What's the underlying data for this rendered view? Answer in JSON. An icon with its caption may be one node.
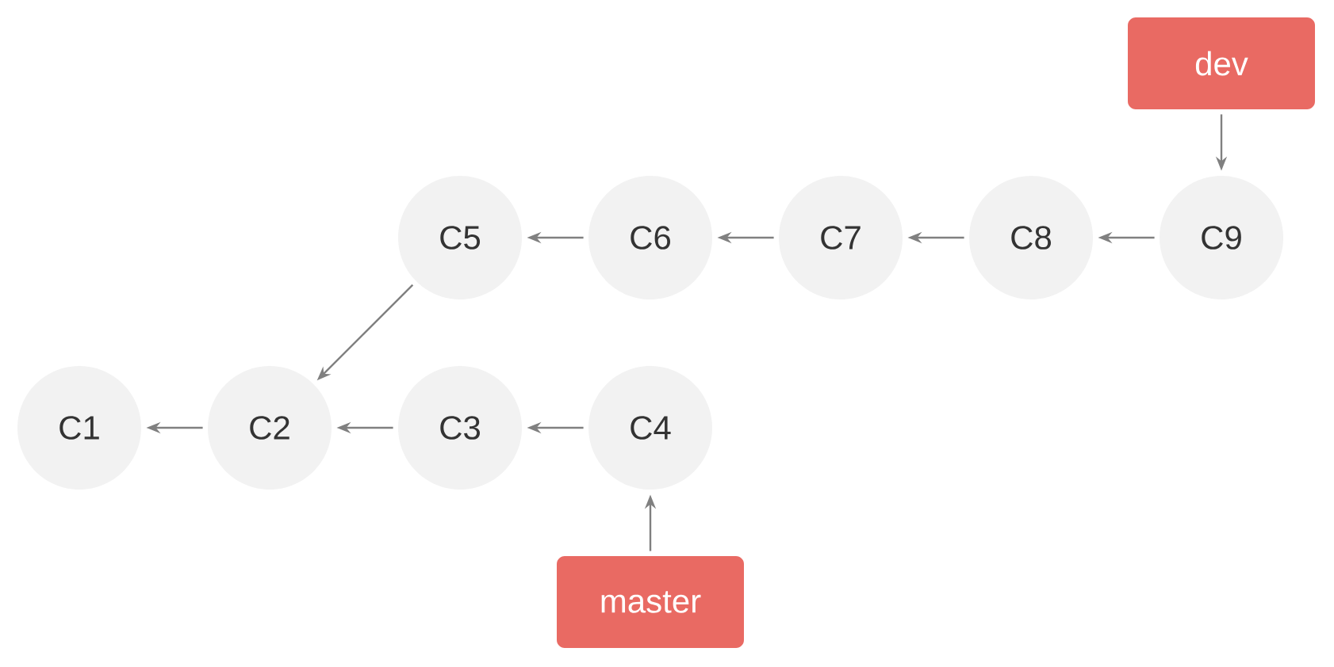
{
  "diagram": {
    "nodes": [
      {
        "text": [
          "C1"
        ]
      },
      {
        "text": [
          "C2"
        ]
      },
      {
        "text": [
          "C3"
        ]
      },
      {
        "text": [
          "C4"
        ]
      },
      {
        "text": [
          "C5"
        ]
      },
      {
        "text": [
          "C6"
        ]
      },
      {
        "text": [
          "C7"
        ]
      },
      {
        "text": [
          "C8"
        ]
      },
      {
        "text": [
          "C9"
        ]
      },
      {
        "text": [
          "dev"
        ]
      },
      {
        "text": [
          "master"
        ]
      }
    ],
    "edges": [
      {
        "from": 1,
        "to": 0,
        "arrow": "to"
      },
      {
        "from": 2,
        "to": 1,
        "arrow": "to"
      },
      {
        "from": 3,
        "to": 2,
        "arrow": "to"
      },
      {
        "from": 4,
        "to": 1,
        "arrow": "to"
      },
      {
        "from": 5,
        "to": 4,
        "arrow": "to"
      },
      {
        "from": 6,
        "to": 5,
        "arrow": "to"
      },
      {
        "from": 7,
        "to": 6,
        "arrow": "to"
      },
      {
        "from": 8,
        "to": 7,
        "arrow": "to"
      },
      {
        "from": 9,
        "to": 8,
        "arrow": "to"
      },
      {
        "from": 10,
        "to": 3,
        "arrow": "to"
      }
    ]
  }
}
